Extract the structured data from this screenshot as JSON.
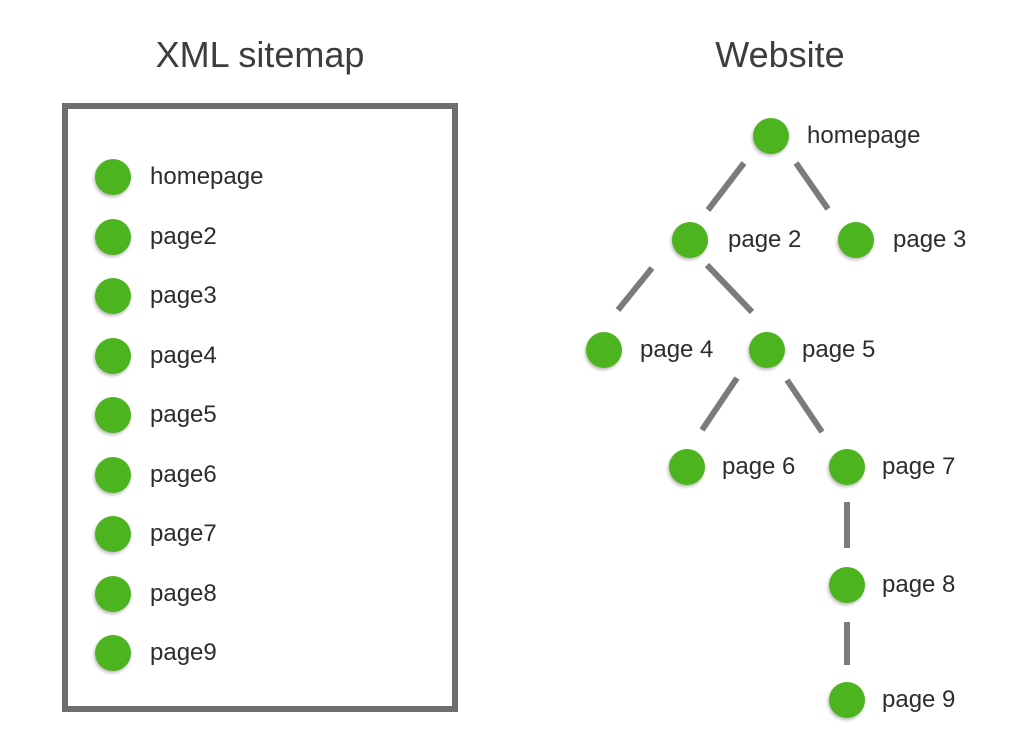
{
  "titles": {
    "left": "XML sitemap",
    "right": "Website"
  },
  "colors": {
    "node_green": "#4bb41e",
    "edge_gray": "#7b7b7b",
    "box_border_gray": "#6e6e6e",
    "text_dark": "#2d2d2d",
    "title_gray": "#3d3d3d"
  },
  "sitemap": {
    "title": "XML sitemap",
    "items": [
      "homepage",
      "page2",
      "page3",
      "page4",
      "page5",
      "page6",
      "page7",
      "page8",
      "page9"
    ]
  },
  "website": {
    "title": "Website",
    "nodes": [
      {
        "label": "homepage"
      },
      {
        "label": "page 2"
      },
      {
        "label": "page 3"
      },
      {
        "label": "page 4"
      },
      {
        "label": "page 5"
      },
      {
        "label": "page 6"
      },
      {
        "label": "page 7"
      },
      {
        "label": "page 8"
      },
      {
        "label": "page 9"
      }
    ],
    "edges": [
      {
        "from": "homepage",
        "to": "page 2"
      },
      {
        "from": "homepage",
        "to": "page 3"
      },
      {
        "from": "page 2",
        "to": "page 4"
      },
      {
        "from": "page 2",
        "to": "page 5"
      },
      {
        "from": "page 5",
        "to": "page 6"
      },
      {
        "from": "page 5",
        "to": "page 7"
      },
      {
        "from": "page 7",
        "to": "page 8"
      },
      {
        "from": "page 8",
        "to": "page 9"
      }
    ]
  }
}
